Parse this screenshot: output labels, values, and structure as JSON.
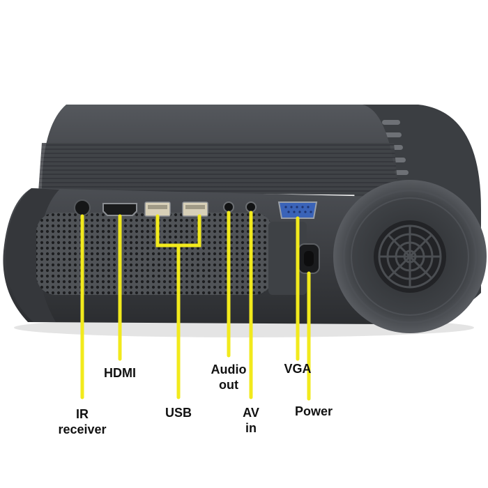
{
  "colors": {
    "callout_line": "#f2ea1c",
    "body_dark": "#2f3134",
    "body_mid": "#4a4d52",
    "body_light": "#6b6e73",
    "label_text": "#111111"
  },
  "labels": {
    "ir": [
      "IR",
      "receiver"
    ],
    "hdmi": [
      "HDMI"
    ],
    "usb": [
      "USB"
    ],
    "audio_out": [
      "Audio",
      "out"
    ],
    "av_in": [
      "AV",
      "in"
    ],
    "vga": [
      "VGA"
    ],
    "power": [
      "Power"
    ]
  }
}
